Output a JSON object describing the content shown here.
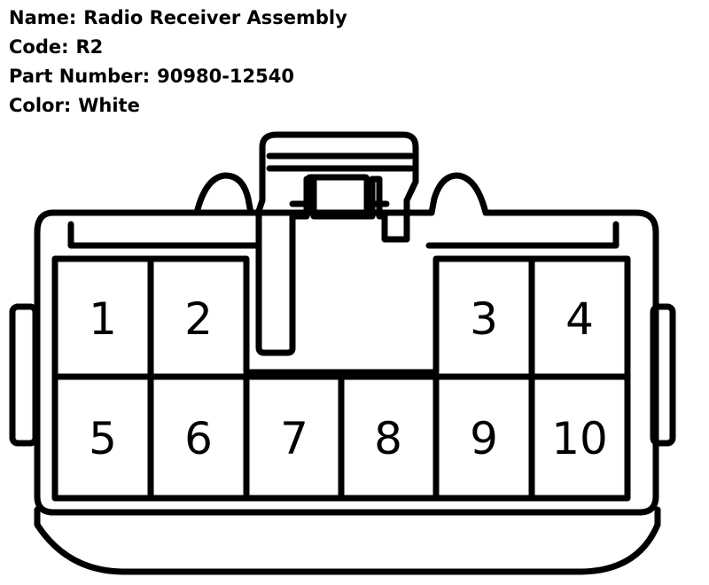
{
  "connector": {
    "name_label": "Name:",
    "name": "Radio Receiver Assembly",
    "code_label": "Code:",
    "code": "R2",
    "part_number_label": "Part Number:",
    "part_number": "90980-12540",
    "color_label": "Color:",
    "color": "White"
  },
  "pins": {
    "p1": "1",
    "p2": "2",
    "p3": "3",
    "p4": "4",
    "p5": "5",
    "p6": "6",
    "p7": "7",
    "p8": "8",
    "p9": "9",
    "p10": "10"
  },
  "colors": {
    "stroke": "#000000",
    "fill": "#ffffff"
  }
}
